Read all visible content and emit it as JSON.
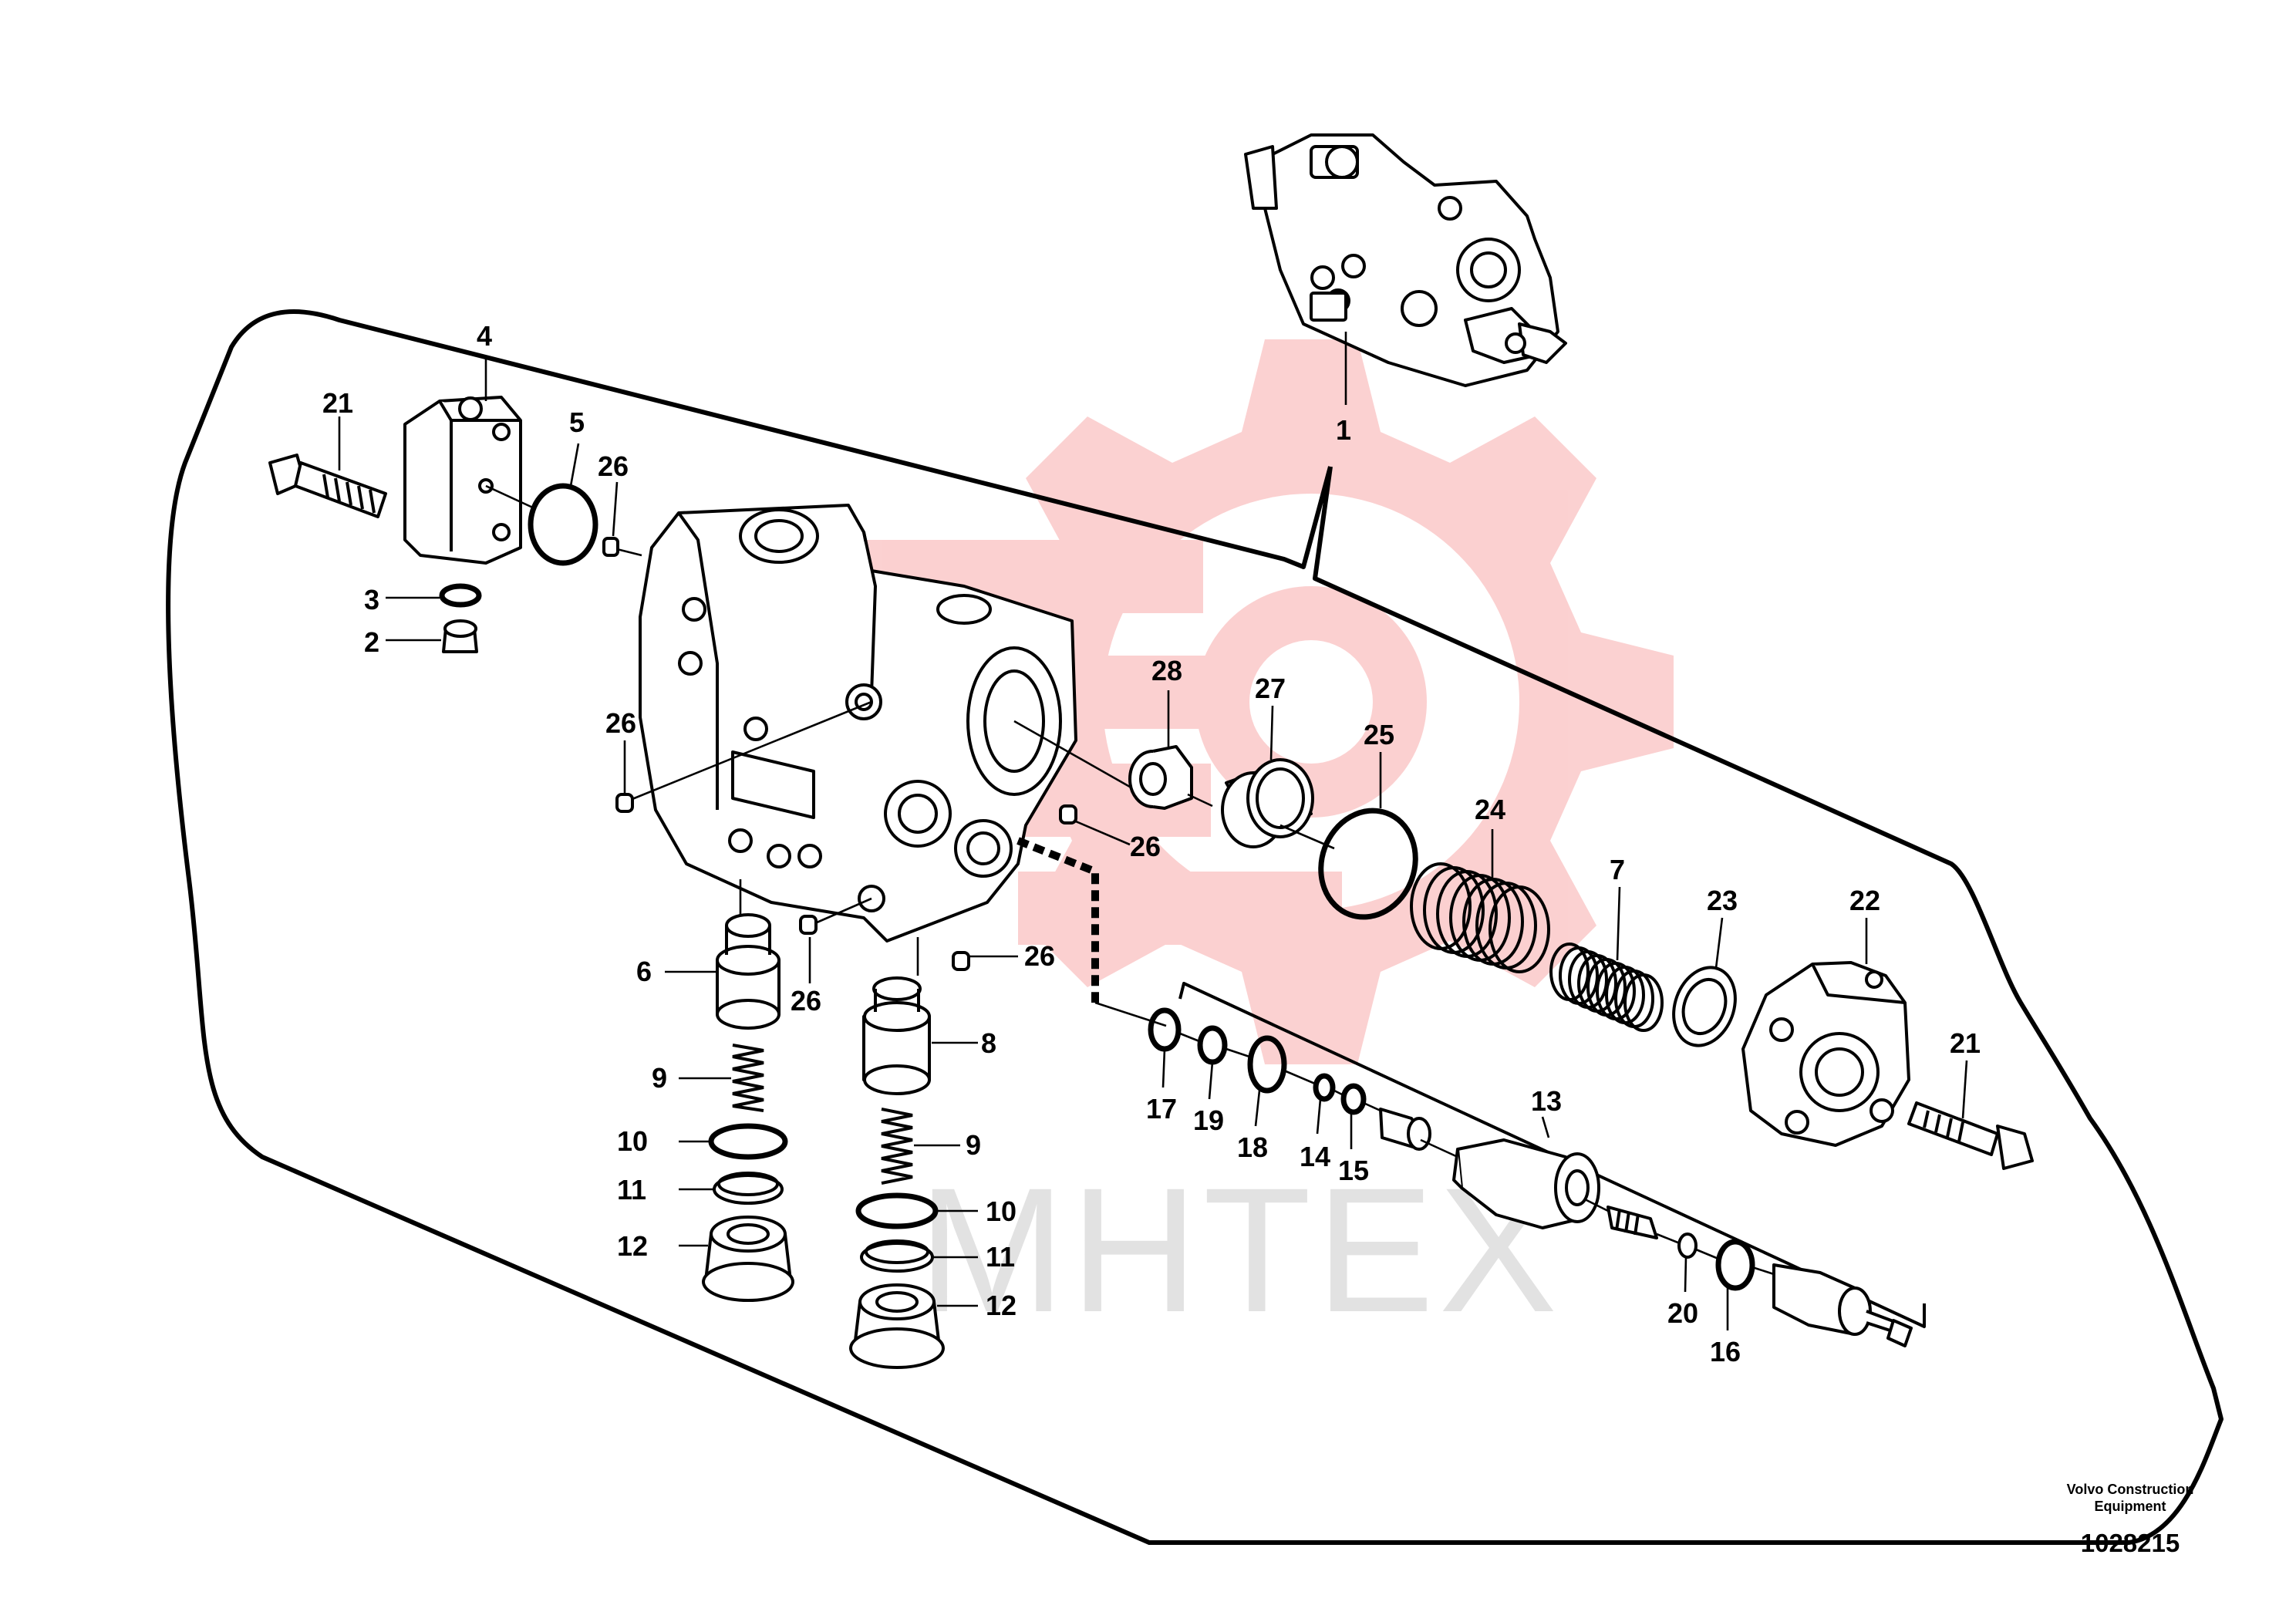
{
  "diagram": {
    "footer": {
      "company": "Volvo Construction Equipment",
      "drawing_number": "1028215"
    },
    "watermark": {
      "text": "MHTEX",
      "logo_color": "#f25a5a",
      "text_color": "#d9d9d9"
    },
    "callouts": {
      "p1": "1",
      "p2": "2",
      "p3": "3",
      "p4": "4",
      "p5": "5",
      "p6": "6",
      "p7": "7",
      "p8": "8",
      "p9a": "9",
      "p9b": "9",
      "p10a": "10",
      "p10b": "10",
      "p11a": "11",
      "p11b": "11",
      "p12a": "12",
      "p12b": "12",
      "p13": "13",
      "p14": "14",
      "p15": "15",
      "p16": "16",
      "p17": "17",
      "p18": "18",
      "p19": "19",
      "p20": "20",
      "p21a": "21",
      "p21b": "21",
      "p22": "22",
      "p23": "23",
      "p24": "24",
      "p25": "25",
      "p26a": "26",
      "p26b": "26",
      "p26c": "26",
      "p26d": "26",
      "p26e": "26",
      "p27": "27",
      "p28": "28"
    }
  }
}
